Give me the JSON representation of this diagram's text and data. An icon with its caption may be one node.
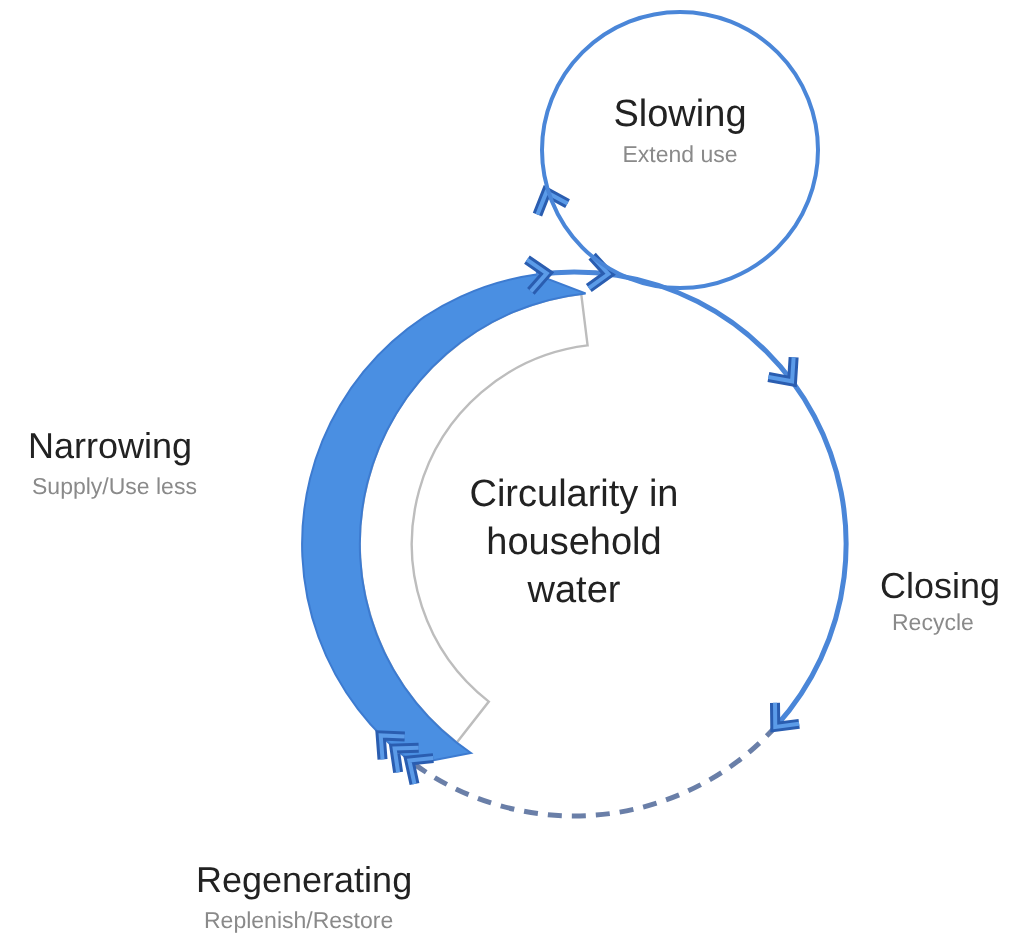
{
  "diagram": {
    "nodes": [
      {
        "text": [
          "Circularity in household water"
        ]
      },
      {
        "text": [
          "Slowing",
          "Extend use"
        ]
      }
    ],
    "labels": [
      "Narrowing",
      "Supply/Use less",
      "Closing",
      "Recycle",
      "Regenerating",
      "Replenish/Restore"
    ]
  }
}
